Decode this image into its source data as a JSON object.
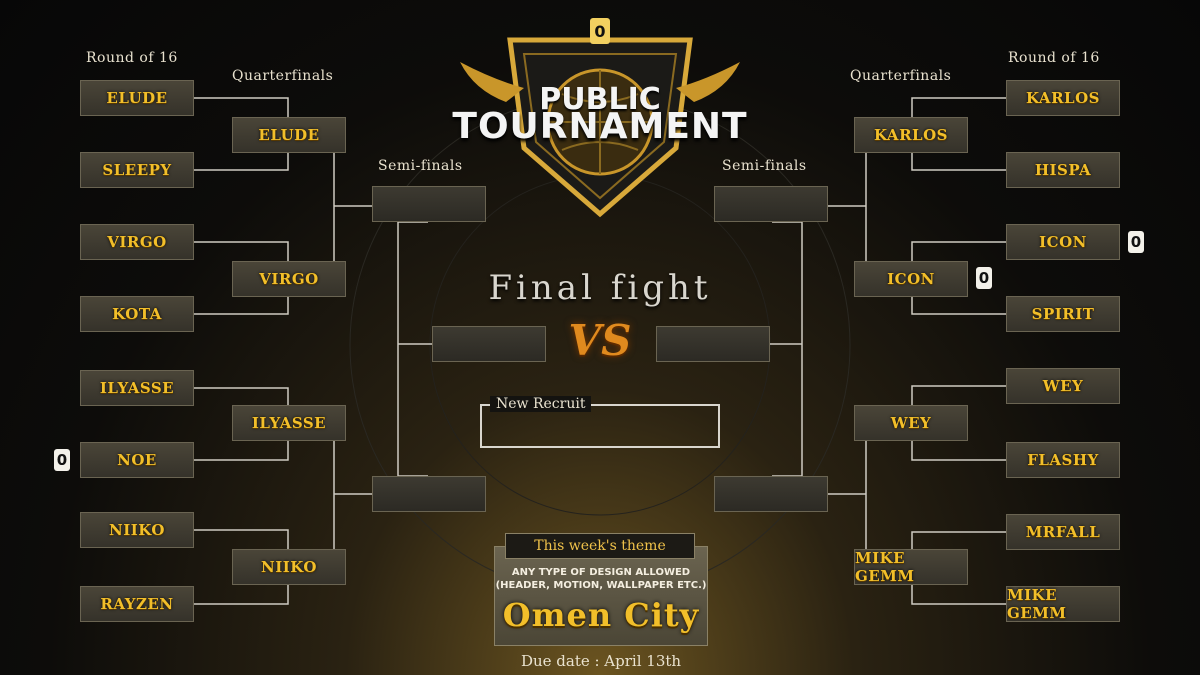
{
  "round_labels": {
    "left_r16": "Round of 16",
    "left_qf": "Quarterfinals",
    "left_sf": "Semi-finals",
    "right_r16": "Round of 16",
    "right_qf": "Quarterfinals",
    "right_sf": "Semi-finals"
  },
  "logo": {
    "badge": "0",
    "line1": "PUBLIC",
    "line2": "TOURNAMENT"
  },
  "left": {
    "r16": [
      "ELUDE",
      "SLEEPY",
      "VIRGO",
      "KOTA",
      "ILYASSE",
      "NOE",
      "NIIKO",
      "RAYZEN"
    ],
    "qf": [
      "ELUDE",
      "VIRGO",
      "ILYASSE",
      "NIIKO"
    ],
    "sf": [
      "",
      ""
    ],
    "final": ""
  },
  "right": {
    "r16": [
      "KARLOS",
      "HISPA",
      "ICON",
      "SPIRIT",
      "WEY",
      "FLASHY",
      "MRFALL",
      "MIKE GEMM"
    ],
    "qf": [
      "KARLOS",
      "ICON",
      "WEY",
      "MIKE GEMM"
    ],
    "sf": [
      "",
      ""
    ],
    "final": ""
  },
  "scores": {
    "noe": "0",
    "icon_r16": "0",
    "icon_qf": "0"
  },
  "final": {
    "title": "Final fight",
    "vs": "VS"
  },
  "recruit": {
    "label": "New Recruit",
    "value": ""
  },
  "theme": {
    "header": "This week's theme",
    "desc_line1": "ANY TYPE OF DESIGN ALLOWED",
    "desc_line2": "(HEADER, MOTION, WALLPAPER ETC.)",
    "name": "Omen City",
    "due": "Due date : April 13th"
  },
  "colors": {
    "gold": "#f2bf2a",
    "accent_orange": "#e08a1e",
    "line": "#d9d6ce"
  }
}
